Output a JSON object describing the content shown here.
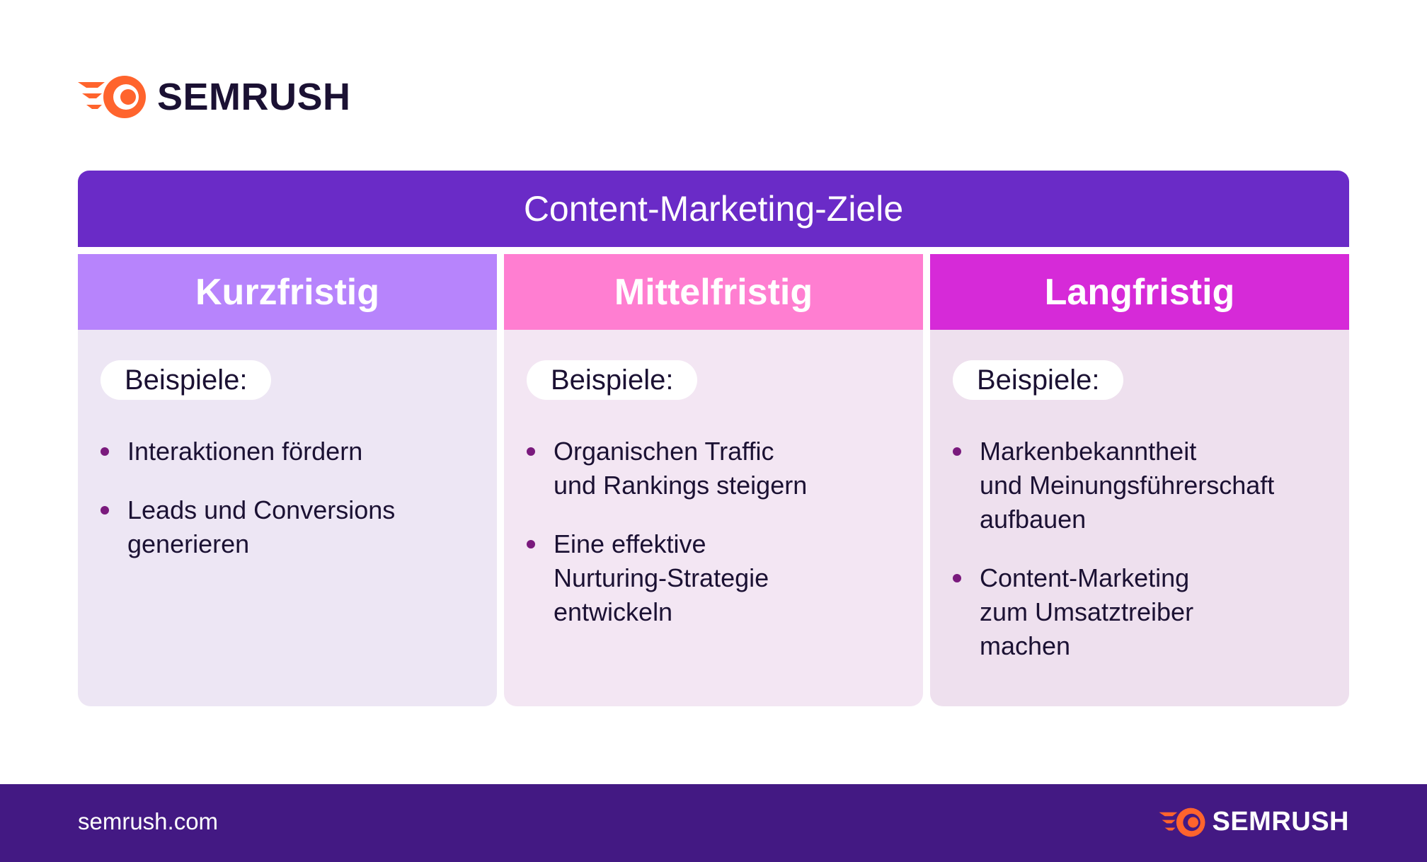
{
  "brand": {
    "name": "SEMRUSH",
    "accent": "#ff642d",
    "url": "semrush.com"
  },
  "title": "Content-Marketing-Ziele",
  "colors": {
    "title_bar": "#6a2bc7",
    "footer": "#431983"
  },
  "columns": [
    {
      "heading": "Kurzfristig",
      "head_color": "#b784fc",
      "body_color": "#ede6f4",
      "pill": "Beispiele:",
      "items": [
        "Interaktionen fördern",
        "Leads und Conversions\ngenerieren"
      ]
    },
    {
      "heading": "Mittelfristig",
      "head_color": "#ff7ed1",
      "body_color": "#f3e6f3",
      "pill": "Beispiele:",
      "items": [
        "Organischen Traffic\nund Rankings steigern",
        "Eine effektive\nNurturing-Strategie\nentwickeln"
      ]
    },
    {
      "heading": "Langfristig",
      "head_color": "#d62ad8",
      "body_color": "#eee0ee",
      "pill": "Beispiele:",
      "items": [
        "Markenbekanntheit\nund Meinungsführerschaft\naufbauen",
        "Content-Marketing\nzum Umsatztreiber\nmachen"
      ]
    }
  ]
}
